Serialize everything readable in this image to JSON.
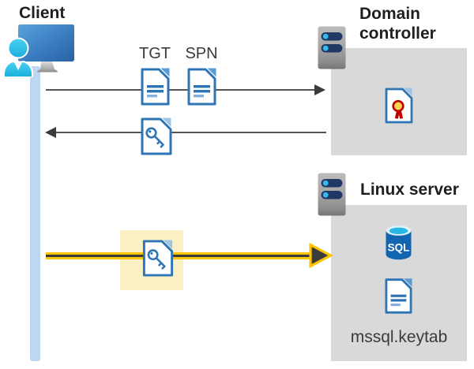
{
  "client": {
    "label": "Client"
  },
  "tickets": {
    "tgt_label": "TGT",
    "spn_label": "SPN"
  },
  "domain_controller": {
    "label": "Domain controller"
  },
  "linux_server": {
    "label": "Linux server",
    "sql_label": "SQL",
    "keytab_label": "mssql.keytab"
  },
  "colors": {
    "accent_blue": "#2e75b6",
    "fold_medium": "#5b9bd5",
    "fold_light": "#9dc3e6",
    "line_light": "#85b0dc",
    "person_cyan": "#35c4ea",
    "lifeline_blue": "#bdd7f3",
    "box_gray": "#d9d9d9",
    "server_navy": "#1f3864",
    "dot_cyan": "#37b9e9",
    "arrow_gray": "#545454",
    "arrow_dark": "#3b3b3b",
    "yellow": "#fdc500",
    "highlight_yellow": "#f9f0c4",
    "sql_blue": "#1266b1",
    "cyan": "#29b7e8",
    "cert_red": "#c00000",
    "cert_yellow": "#ffd34d",
    "text_dark": "#1f1f1f",
    "text_gray": "#3a3a3a"
  }
}
